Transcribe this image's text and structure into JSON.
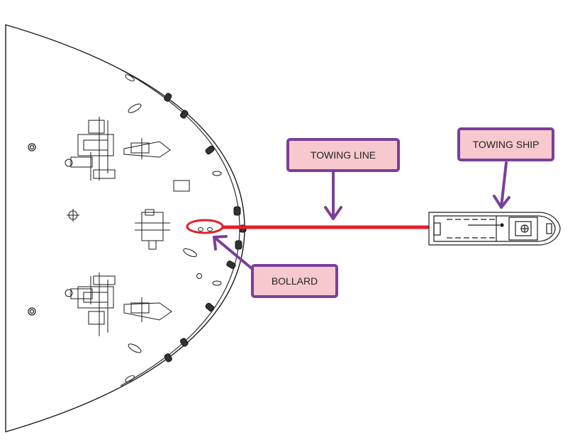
{
  "labels": {
    "towing_line": "TOWING LINE",
    "towing_ship": "TOWING SHIP",
    "bollard": "BOLLARD"
  },
  "colors": {
    "callout_border": "#7b3f98",
    "callout_fill": "#f7c9cf",
    "arrow": "#7b3f98",
    "towing_line": "#e3202a",
    "bollard_highlight": "#e3202a",
    "drawing_line": "#1a1a1a"
  },
  "icons": {
    "vessel": "vessel-deck-plan-icon",
    "tug": "tug-boat-icon",
    "bollard": "bollard-icon",
    "winch": "mooring-winch-icon"
  }
}
